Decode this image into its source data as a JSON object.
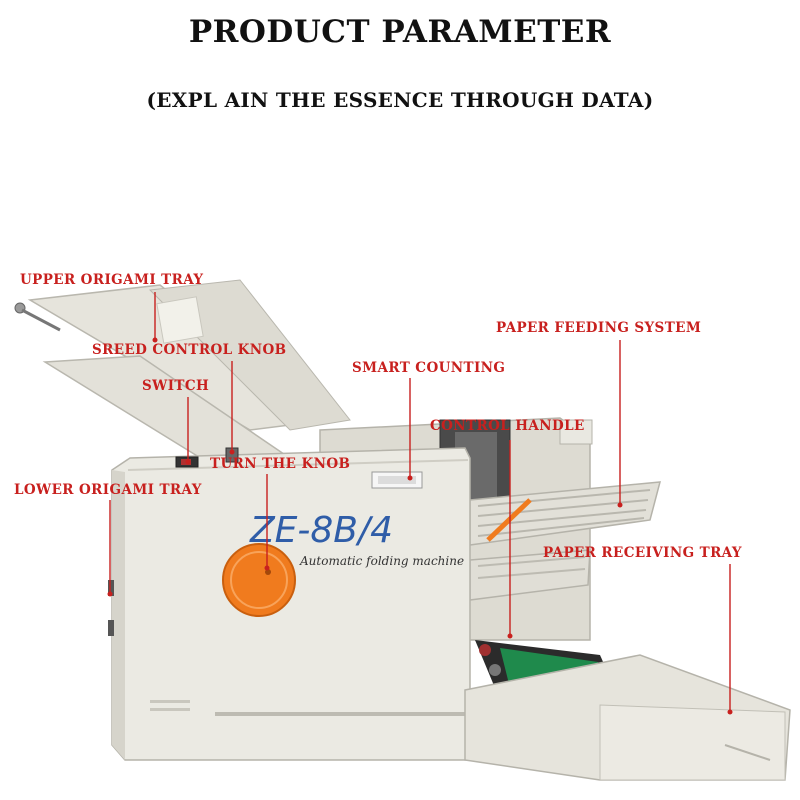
{
  "header": {
    "title": "PRODUCT PARAMETER",
    "subtitle": "(EXPL AIN THE ESSENCE THROUGH DATA)"
  },
  "machine": {
    "model": "ZE-8B/4",
    "tagline": "Automatic folding machine"
  },
  "callouts": {
    "upper_origami_tray": "UPPER ORIGAMI TRAY",
    "speed_control_knob": "SREED CONTROL KNOB",
    "switch": "SWITCH",
    "turn_the_knob": "TURN THE KNOB",
    "lower_origami_tray": "LOWER ORIGAMI TRAY",
    "paper_feeding_system": "PAPER FEEDING SYSTEM",
    "smart_counting": "SMART COUNTING",
    "control_handle": "CONTROL HANDLE",
    "paper_receiving_tray": "PAPER RECEIVING TRAY"
  },
  "colors": {
    "label_red": "#c8201e",
    "machine_body": "#e9e8e1",
    "machine_shadow": "#cfcdc4",
    "knob_orange": "#f07b1e",
    "belt_green": "#1f8a4c",
    "model_blue": "#2f5da8"
  }
}
